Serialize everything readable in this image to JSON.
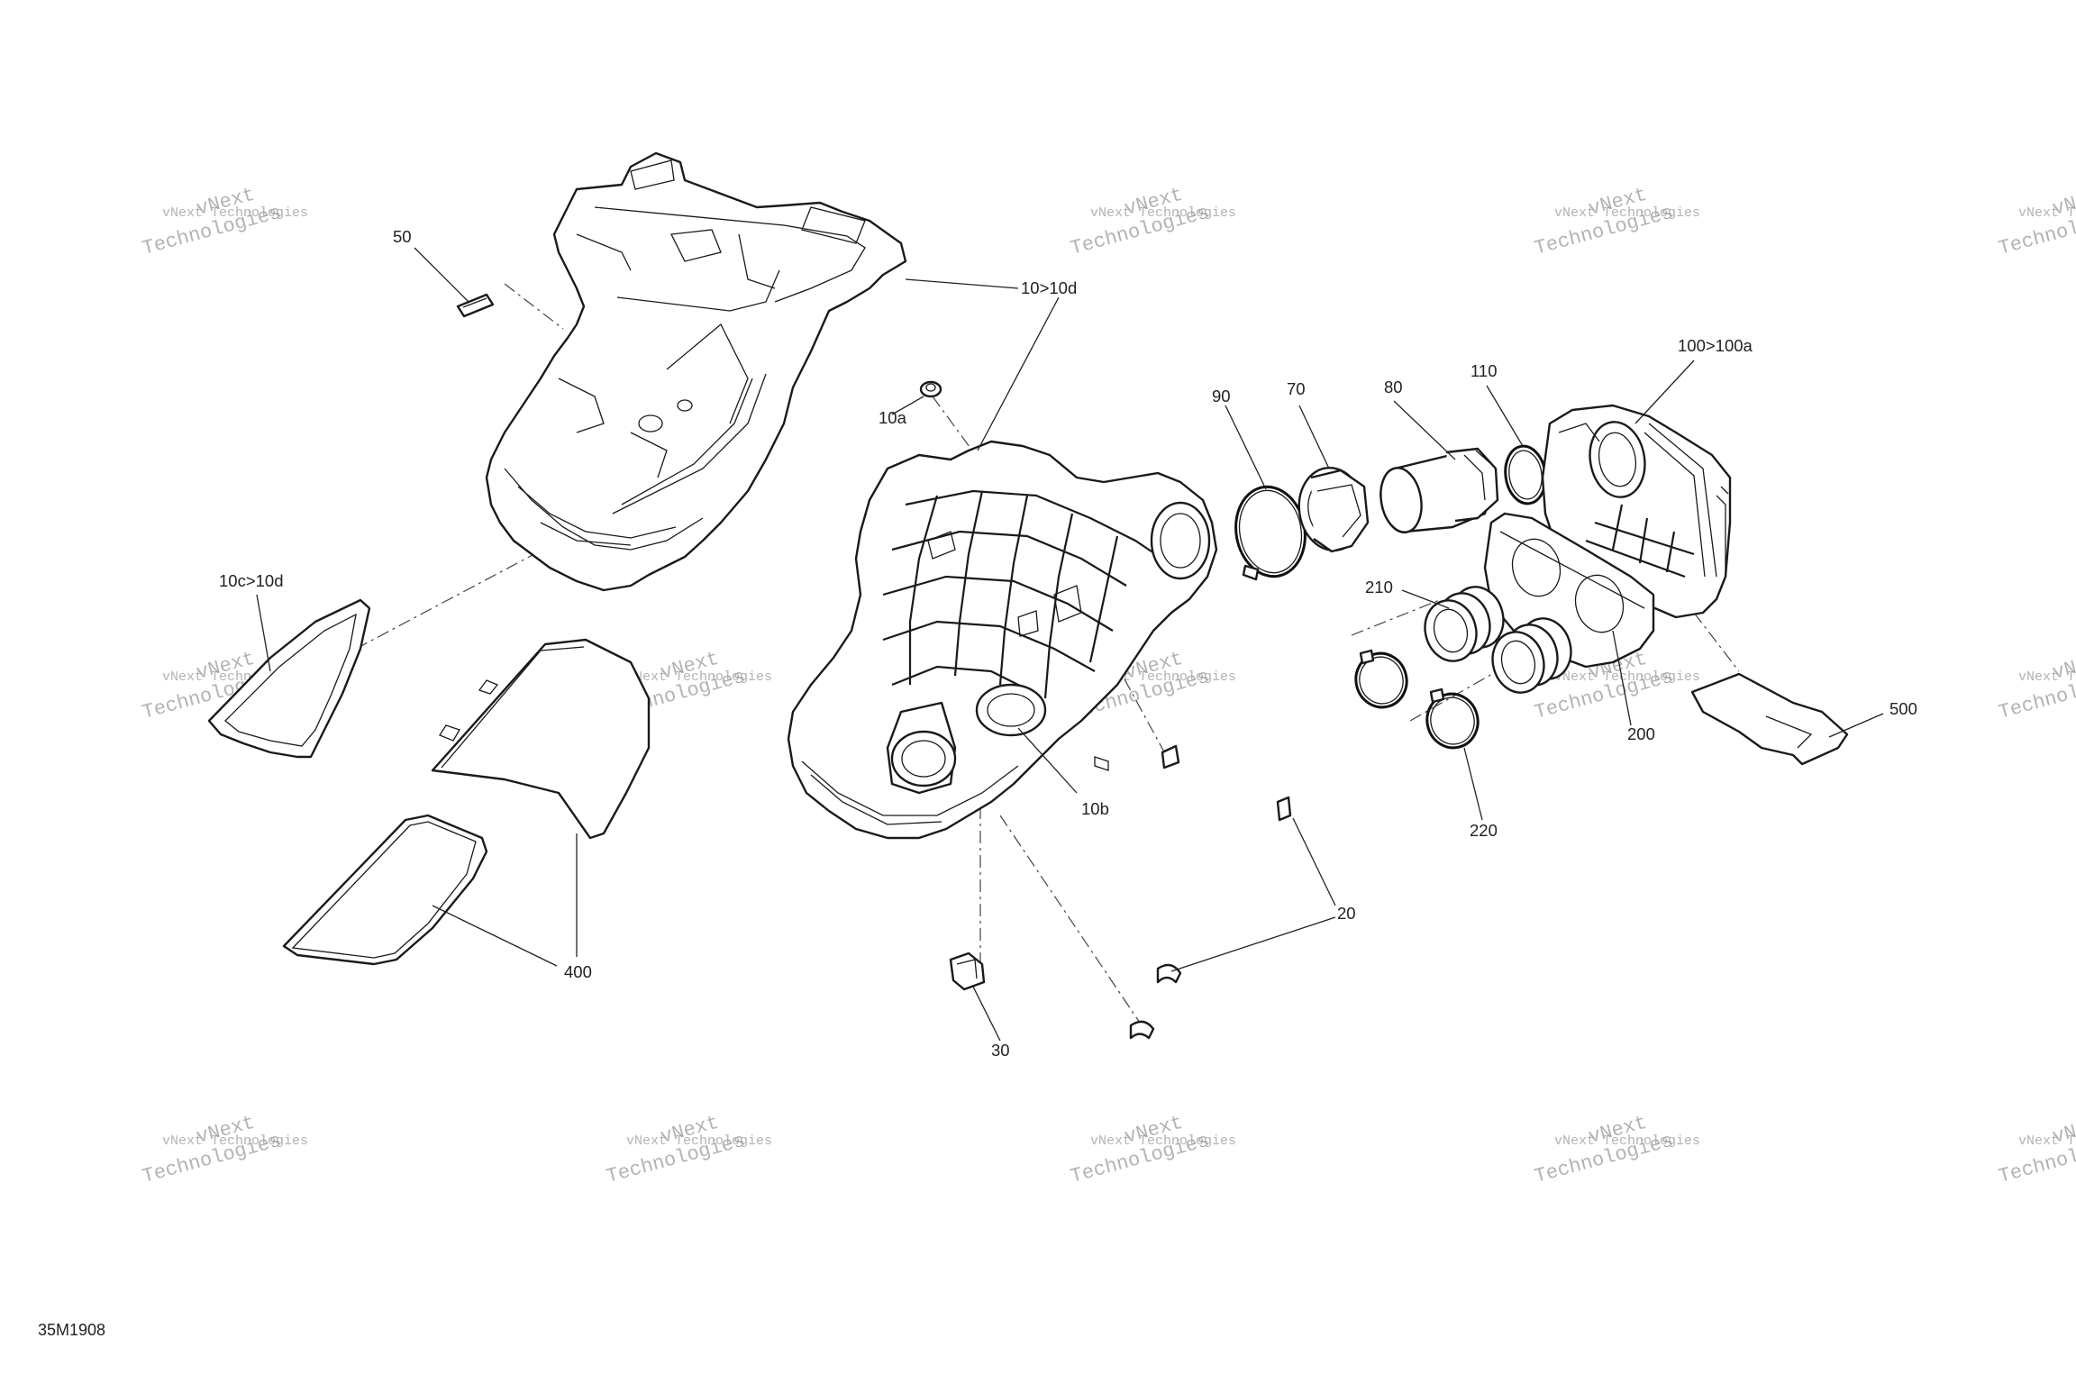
{
  "diagram": {
    "reference_code": "35M1908",
    "callouts": [
      {
        "id": "c50",
        "text": "50"
      },
      {
        "id": "c10-10d",
        "text": "10>10d"
      },
      {
        "id": "c10a",
        "text": "10a"
      },
      {
        "id": "c10c-10d",
        "text": "10c>10d"
      },
      {
        "id": "c10b",
        "text": "10b"
      },
      {
        "id": "c90",
        "text": "90"
      },
      {
        "id": "c70",
        "text": "70"
      },
      {
        "id": "c80",
        "text": "80"
      },
      {
        "id": "c110",
        "text": "110"
      },
      {
        "id": "c100-100a",
        "text": "100>100a"
      },
      {
        "id": "c210",
        "text": "210"
      },
      {
        "id": "c200",
        "text": "200"
      },
      {
        "id": "c220",
        "text": "220"
      },
      {
        "id": "c500",
        "text": "500"
      },
      {
        "id": "c400",
        "text": "400"
      },
      {
        "id": "c20",
        "text": "20"
      },
      {
        "id": "c30",
        "text": "30"
      }
    ]
  },
  "watermark": {
    "line1": "vNext Technologies",
    "line2": "vNext",
    "line3": "Technologies"
  },
  "colors": {
    "line": "#1a1a1a",
    "watermark": "#9a9a9a",
    "background": "#ffffff"
  }
}
